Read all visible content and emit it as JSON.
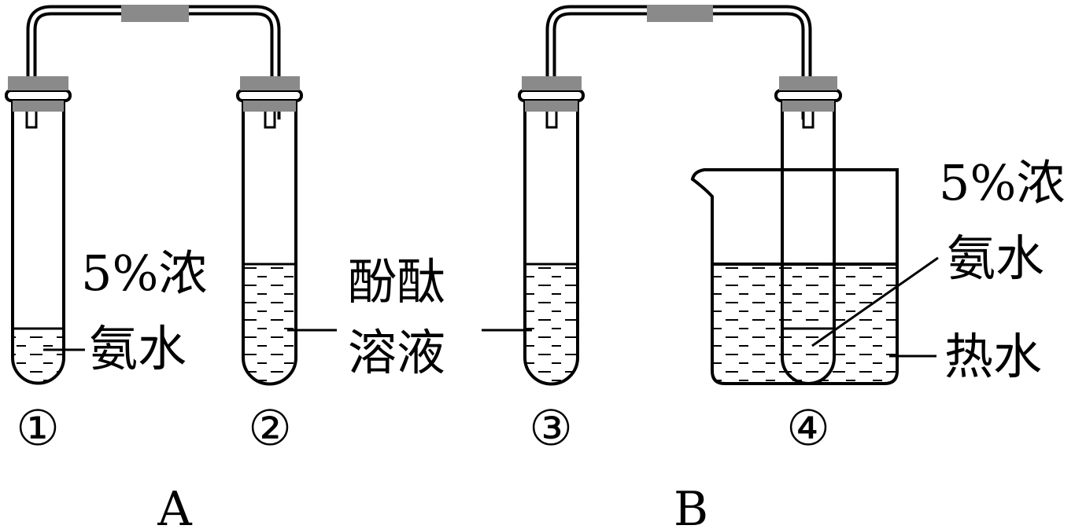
{
  "colors": {
    "ink": "#000000",
    "stopper": "#8a8a8a",
    "background": "#ffffff"
  },
  "labels": {
    "ammonia_a_line1": "5%浓",
    "ammonia_a_line2": "氨水",
    "phenol_line1": "酚酞",
    "phenol_line2": "溶液",
    "ammonia_b_line1": "5%浓",
    "ammonia_b_line2": "氨水",
    "hot_water": "热水"
  },
  "tube_numbers": [
    "①",
    "②",
    "③",
    "④"
  ],
  "setups": [
    "A",
    "B"
  ]
}
